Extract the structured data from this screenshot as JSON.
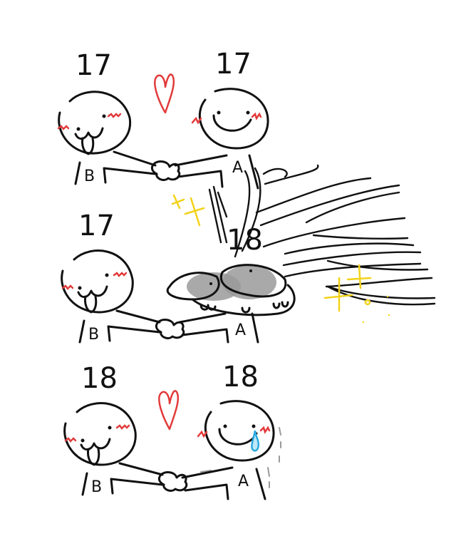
{
  "comic": {
    "panels": [
      {
        "id": "panel-1",
        "left_character": {
          "label": "B",
          "age": "17",
          "expression": "happy-open-mouth"
        },
        "right_character": {
          "label": "A",
          "age": "17",
          "expression": "smile"
        },
        "between": "heart",
        "action": "handshake"
      },
      {
        "id": "panel-2",
        "left_character": {
          "label": "B",
          "age": "17",
          "expression": "happy-open-mouth"
        },
        "right_character": {
          "label": "A",
          "age": "18",
          "expression": "blown-away-shock"
        },
        "effects": [
          "speed-lines",
          "sparkles"
        ],
        "action": "handshake"
      },
      {
        "id": "panel-3",
        "left_character": {
          "label": "B",
          "age": "18",
          "expression": "happy-open-mouth"
        },
        "right_character": {
          "label": "A",
          "age": "18",
          "expression": "smile-with-tear"
        },
        "between": "heart",
        "action": "handshake"
      }
    ]
  },
  "colors": {
    "ink": "#111111",
    "blush": "#e23a3a",
    "heart": "#e23a3a",
    "sparkle": "#f2d21a",
    "tear": "#2aa9e0",
    "shadow": "#9a9a9a",
    "background": "#ffffff"
  }
}
